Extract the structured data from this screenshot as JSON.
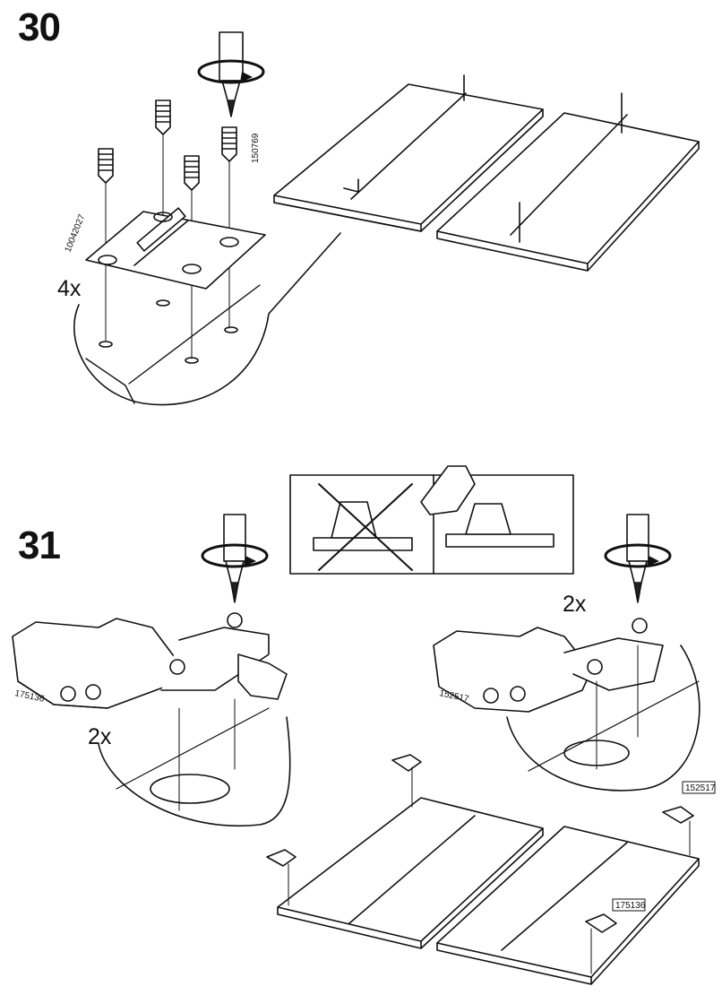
{
  "steps": [
    {
      "number": "30",
      "quantity": "4x",
      "parts": [
        "10042027",
        "150769"
      ]
    },
    {
      "number": "31",
      "quantity_left": "2x",
      "quantity_right": "2x",
      "parts": [
        "175136",
        "152517"
      ],
      "callouts": [
        "152517",
        "175136"
      ]
    }
  ]
}
